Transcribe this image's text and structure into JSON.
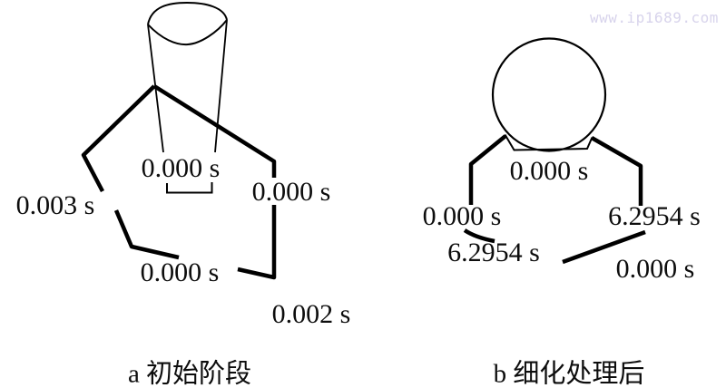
{
  "watermark": "www.ip1689.com",
  "figure_a": {
    "caption": "a 初始阶段",
    "labels": {
      "top": "0.000 s",
      "left": "0.003 s",
      "right": "0.000 s",
      "bottom": "0.000 s",
      "bottom_right": "0.002 s"
    }
  },
  "figure_b": {
    "caption": "b 细化处理后",
    "labels": {
      "top": "0.000 s",
      "left": "0.000 s",
      "right": "6.2954 s",
      "bottom_left": "6.2954 s",
      "bottom_right": "0.000 s"
    }
  },
  "colors": {
    "line": "#000000",
    "text": "#0d0d0d",
    "watermark": "#d8d4ec",
    "background": "#ffffff"
  }
}
